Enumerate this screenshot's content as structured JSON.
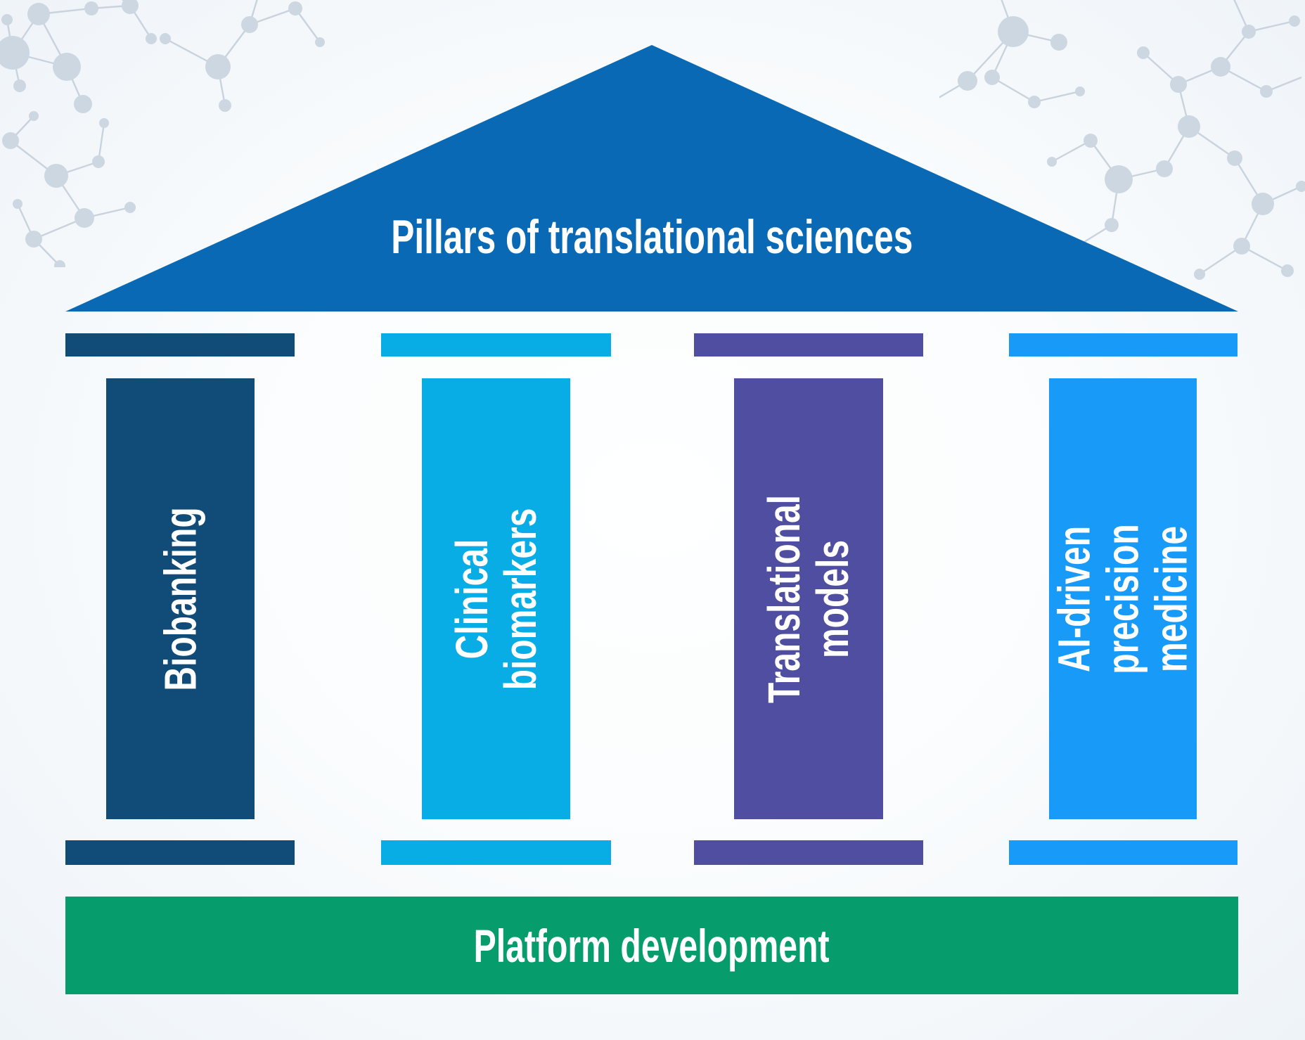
{
  "title": "Pillars of translational sciences",
  "roof": {
    "color": "#0A69B5"
  },
  "pillars": [
    {
      "label": "Biobanking",
      "color": "#114B78"
    },
    {
      "label": "Clinical\nbiomarkers",
      "color": "#09ADE6"
    },
    {
      "label": "Translational\nmodels",
      "color": "#4F4EA1"
    },
    {
      "label": "AI-driven precision\nmedicine",
      "color": "#179AF8"
    }
  ],
  "base": {
    "label": "Platform development",
    "color": "#079C6C"
  }
}
